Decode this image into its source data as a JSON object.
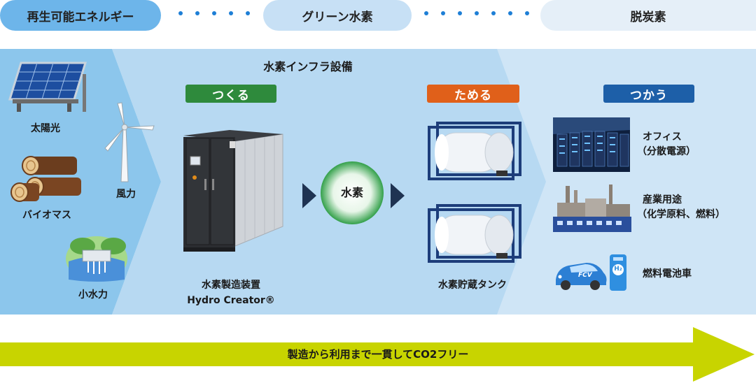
{
  "top_flow": {
    "step1": "再生可能エネルギー",
    "step2": "グリーン水素",
    "step3": "脱炭素"
  },
  "renewables": {
    "solar": "太陽光",
    "wind": "風力",
    "biomass": "バイオマス",
    "hydro": "小水力"
  },
  "infra_title": "水素インフラ設備",
  "stages": {
    "make": "つくる",
    "store": "ためる",
    "use": "つかう"
  },
  "device": {
    "line1": "水素製造装置",
    "line2": "Hydro Creator®"
  },
  "hydrogen_label": "水素",
  "storage_caption": "水素貯蔵タンク",
  "uses": {
    "office_line1": "オフィス",
    "office_line2": "（分散電源）",
    "industry_line1": "産業用途",
    "industry_line2": "（化学原料、燃料）",
    "fcv": "燃料電池車",
    "car_badge": "FCV",
    "h2_badge": "H₂"
  },
  "bottom_banner": "製造から利用まで一貫してCO2フリー",
  "colors": {
    "make": "#2e8a3c",
    "store": "#e0601a",
    "use": "#1d5fa8",
    "arrow": "#c8d400",
    "panel": "#b7d9f2",
    "left_panel": "#8cc6ec"
  }
}
